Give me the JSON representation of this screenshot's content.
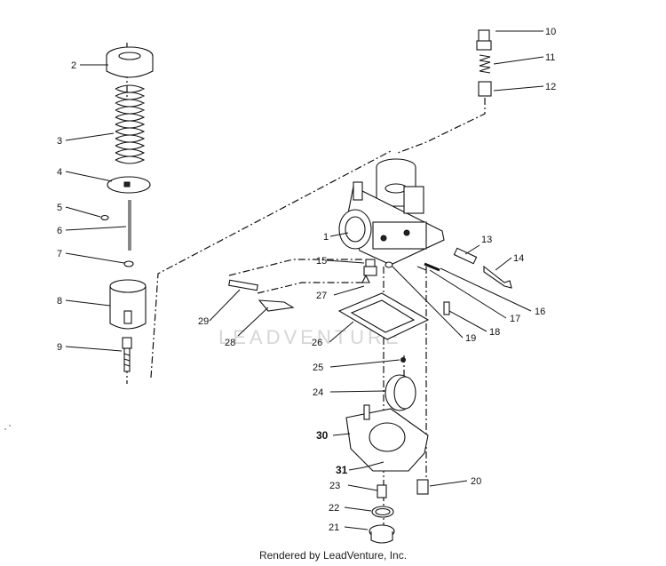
{
  "diagram": {
    "callouts": [
      {
        "id": "1",
        "label": "1"
      },
      {
        "id": "2",
        "label": "2"
      },
      {
        "id": "3",
        "label": "3"
      },
      {
        "id": "4",
        "label": "4"
      },
      {
        "id": "5",
        "label": "5"
      },
      {
        "id": "6",
        "label": "6"
      },
      {
        "id": "7",
        "label": "7"
      },
      {
        "id": "8",
        "label": "8"
      },
      {
        "id": "9",
        "label": "9"
      },
      {
        "id": "10",
        "label": "10"
      },
      {
        "id": "11",
        "label": "11"
      },
      {
        "id": "12",
        "label": "12"
      },
      {
        "id": "13",
        "label": "13"
      },
      {
        "id": "14",
        "label": "14"
      },
      {
        "id": "15",
        "label": "15"
      },
      {
        "id": "16",
        "label": "16"
      },
      {
        "id": "17",
        "label": "17"
      },
      {
        "id": "18",
        "label": "18"
      },
      {
        "id": "19",
        "label": "19"
      },
      {
        "id": "20",
        "label": "20"
      },
      {
        "id": "21",
        "label": "21"
      },
      {
        "id": "22",
        "label": "22"
      },
      {
        "id": "23",
        "label": "23"
      },
      {
        "id": "24",
        "label": "24"
      },
      {
        "id": "25",
        "label": "25"
      },
      {
        "id": "26",
        "label": "26"
      },
      {
        "id": "27",
        "label": "27"
      },
      {
        "id": "28",
        "label": "28"
      },
      {
        "id": "29",
        "label": "29"
      },
      {
        "id": "30",
        "label": "30"
      },
      {
        "id": "31",
        "label": "31"
      }
    ],
    "watermark": "LEADVENTURE",
    "footer": "Rendered by LeadVenture, Inc."
  }
}
